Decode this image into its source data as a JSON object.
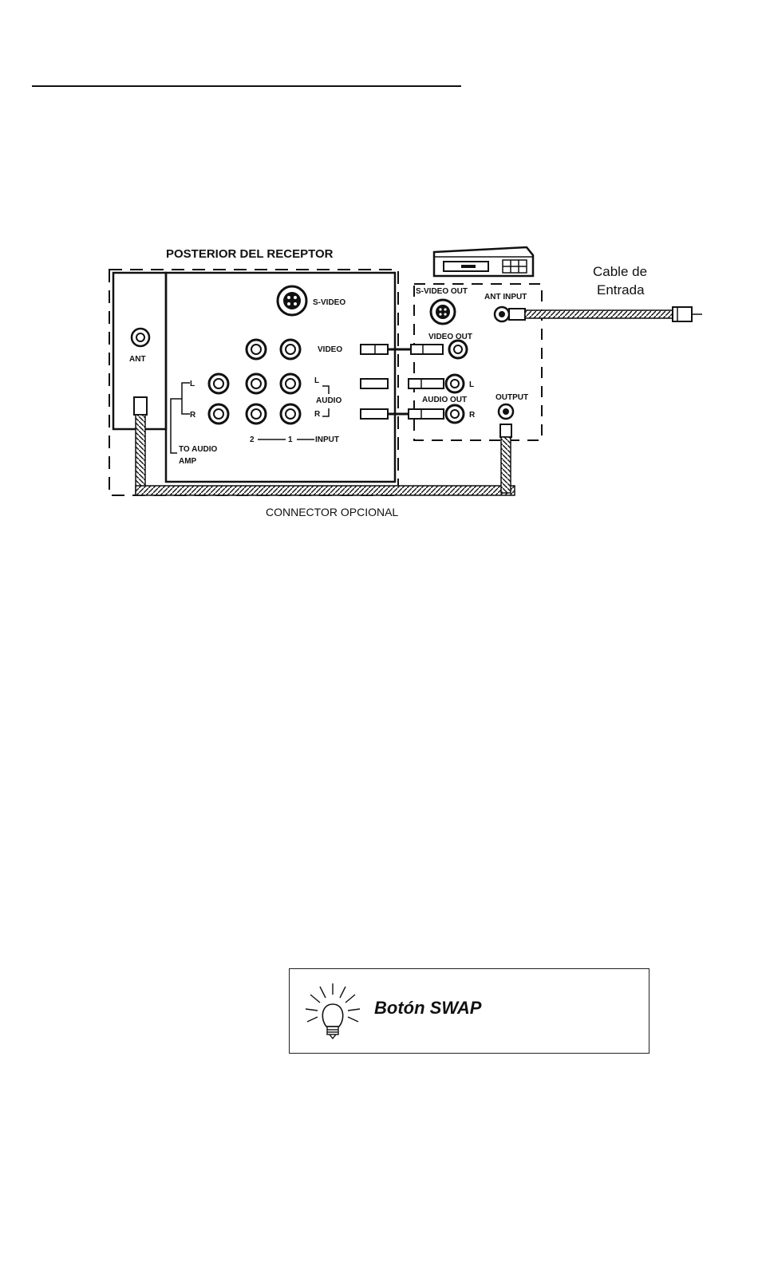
{
  "receiver": {
    "title": "POSTERIOR DEL RECEPTOR",
    "ant": "ANT",
    "svideo": "S-VIDEO",
    "video": "VIDEO",
    "audio": "AUDIO",
    "left": "L",
    "right": "R",
    "to_audio_amp_1": "TO AUDIO",
    "to_audio_amp_2": "AMP",
    "input_2": "2",
    "input_1": "1",
    "input_label": "INPUT"
  },
  "vcr": {
    "svideo_out": "S-VIDEO OUT",
    "ant_input": "ANT INPUT",
    "video_out": "VIDEO OUT",
    "audio_out": "AUDIO OUT",
    "output": "OUTPUT",
    "left": "L",
    "right": "R"
  },
  "cable": {
    "line1": "Cable de",
    "line2": "Entrada"
  },
  "connector": "CONNECTOR OPCIONAL",
  "tip": {
    "title": "Botón SWAP",
    "icon": "lightbulb-icon"
  }
}
